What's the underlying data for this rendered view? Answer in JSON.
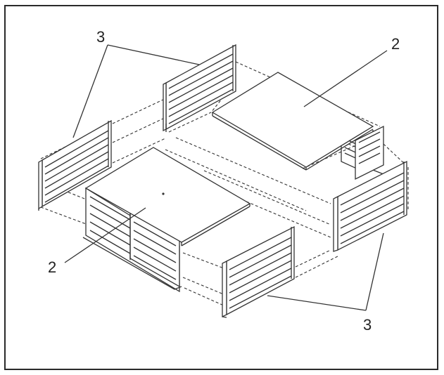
{
  "figure": {
    "border_color": "#2a2a2a",
    "line_color": "#333333",
    "fill_color": "#ffffff",
    "callouts": {
      "platform_top_right": "2",
      "platform_bottom_left": "2",
      "panels_top_left": "3",
      "panels_bottom_right": "3"
    }
  }
}
